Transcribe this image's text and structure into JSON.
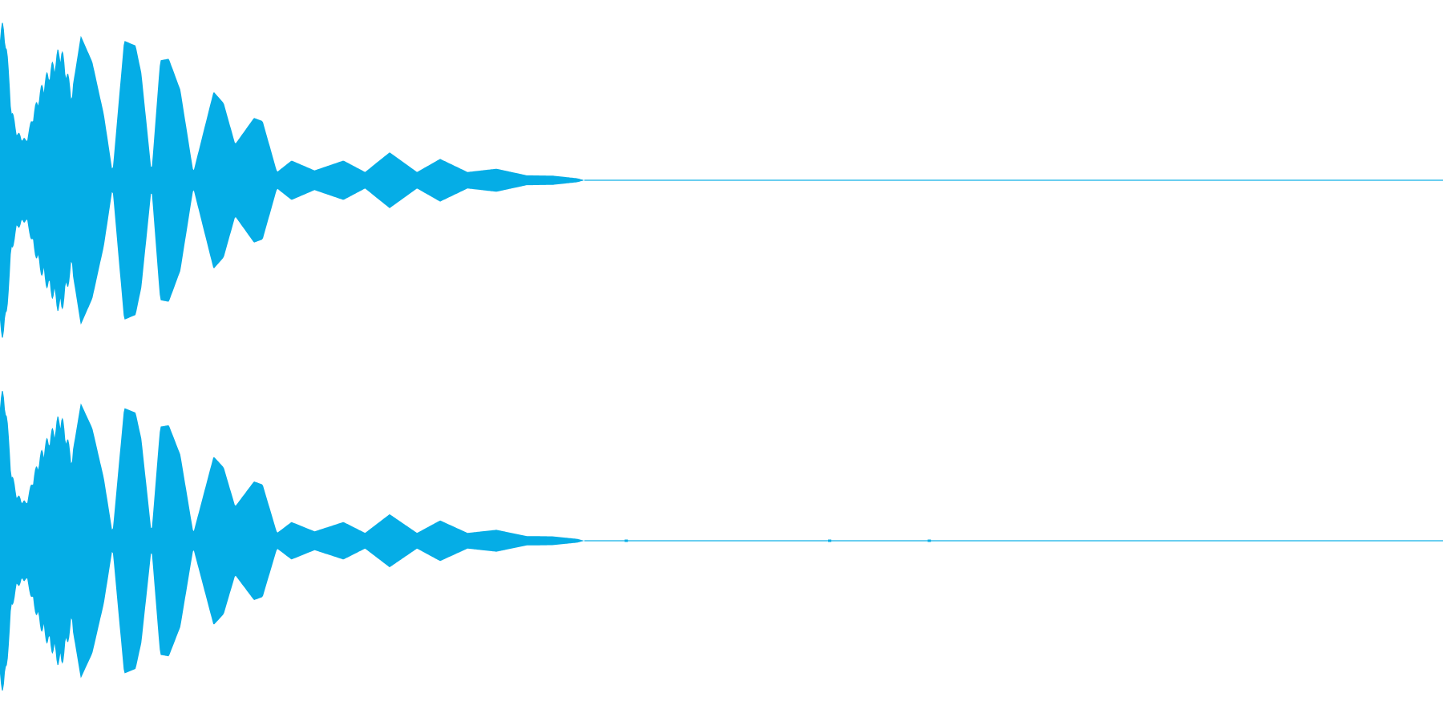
{
  "waveform": {
    "color": "#05ADE6",
    "background": "#FFFFFF",
    "duration_fraction_audible": 0.405,
    "channels": [
      {
        "name": "",
        "envelope": [
          [
            0.0,
            1.0
          ],
          [
            0.004,
            0.92
          ],
          [
            0.008,
            0.45
          ],
          [
            0.012,
            0.3
          ],
          [
            0.018,
            0.25
          ],
          [
            0.024,
            0.45
          ],
          [
            0.03,
            0.62
          ],
          [
            0.036,
            0.72
          ],
          [
            0.042,
            0.84
          ],
          [
            0.05,
            0.55
          ],
          [
            0.056,
            0.88
          ],
          [
            0.064,
            0.72
          ],
          [
            0.072,
            0.4
          ],
          [
            0.078,
            0.05
          ],
          [
            0.086,
            0.85
          ],
          [
            0.094,
            0.82
          ],
          [
            0.098,
            0.65
          ],
          [
            0.105,
            0.05
          ],
          [
            0.111,
            0.73
          ],
          [
            0.117,
            0.74
          ],
          [
            0.125,
            0.55
          ],
          [
            0.134,
            0.05
          ],
          [
            0.148,
            0.54
          ],
          [
            0.155,
            0.47
          ],
          [
            0.163,
            0.22
          ],
          [
            0.176,
            0.38
          ],
          [
            0.182,
            0.36
          ],
          [
            0.192,
            0.05
          ],
          [
            0.202,
            0.12
          ],
          [
            0.218,
            0.06
          ],
          [
            0.238,
            0.12
          ],
          [
            0.253,
            0.05
          ],
          [
            0.27,
            0.17
          ],
          [
            0.289,
            0.05
          ],
          [
            0.305,
            0.13
          ],
          [
            0.324,
            0.05
          ],
          [
            0.344,
            0.07
          ],
          [
            0.365,
            0.03
          ],
          [
            0.383,
            0.028
          ],
          [
            0.4,
            0.012
          ],
          [
            0.405,
            0.0
          ]
        ],
        "zero_crossings": [
          0.078,
          0.105,
          0.134,
          0.192,
          0.253,
          0.289,
          0.324,
          0.365
        ]
      },
      {
        "name": "",
        "envelope": [
          [
            0.0,
            1.0
          ],
          [
            0.004,
            0.92
          ],
          [
            0.008,
            0.45
          ],
          [
            0.012,
            0.3
          ],
          [
            0.018,
            0.25
          ],
          [
            0.024,
            0.45
          ],
          [
            0.03,
            0.62
          ],
          [
            0.036,
            0.72
          ],
          [
            0.042,
            0.84
          ],
          [
            0.05,
            0.55
          ],
          [
            0.056,
            0.88
          ],
          [
            0.064,
            0.72
          ],
          [
            0.072,
            0.4
          ],
          [
            0.078,
            0.05
          ],
          [
            0.086,
            0.85
          ],
          [
            0.094,
            0.82
          ],
          [
            0.098,
            0.65
          ],
          [
            0.105,
            0.05
          ],
          [
            0.111,
            0.73
          ],
          [
            0.117,
            0.74
          ],
          [
            0.125,
            0.55
          ],
          [
            0.134,
            0.05
          ],
          [
            0.148,
            0.54
          ],
          [
            0.155,
            0.47
          ],
          [
            0.163,
            0.22
          ],
          [
            0.176,
            0.38
          ],
          [
            0.182,
            0.36
          ],
          [
            0.192,
            0.05
          ],
          [
            0.202,
            0.12
          ],
          [
            0.218,
            0.06
          ],
          [
            0.238,
            0.12
          ],
          [
            0.253,
            0.05
          ],
          [
            0.27,
            0.17
          ],
          [
            0.289,
            0.05
          ],
          [
            0.305,
            0.13
          ],
          [
            0.324,
            0.05
          ],
          [
            0.344,
            0.07
          ],
          [
            0.365,
            0.03
          ],
          [
            0.383,
            0.028
          ],
          [
            0.4,
            0.012
          ],
          [
            0.405,
            0.0
          ]
        ],
        "zero_crossings": [
          0.078,
          0.105,
          0.134,
          0.192,
          0.253,
          0.289,
          0.324,
          0.365
        ],
        "blips": [
          0.434,
          0.575,
          0.644
        ]
      }
    ]
  }
}
